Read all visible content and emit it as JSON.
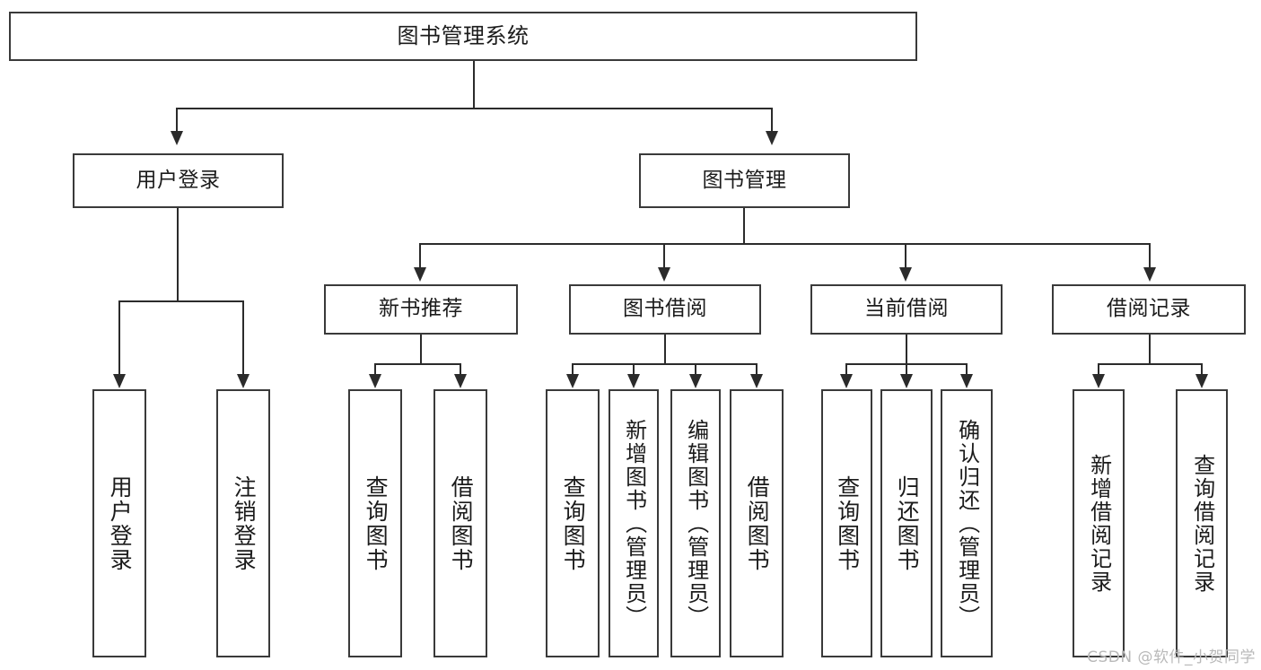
{
  "diagram": {
    "type": "tree",
    "title": "图书管理系统",
    "root": {
      "label": "图书管理系统"
    },
    "level1": [
      {
        "label": "用户登录"
      },
      {
        "label": "图书管理"
      }
    ],
    "level2": [
      {
        "label": "新书推荐"
      },
      {
        "label": "图书借阅"
      },
      {
        "label": "当前借阅"
      },
      {
        "label": "借阅记录"
      }
    ],
    "leaves": {
      "user_login": [
        {
          "label": "用户登录"
        },
        {
          "label": "注销登录"
        }
      ],
      "new_book_recommend": [
        {
          "label": "查询图书"
        },
        {
          "label": "借阅图书"
        }
      ],
      "book_borrow": [
        {
          "label": "查询图书"
        },
        {
          "label": "新增图书（管理员）"
        },
        {
          "label": "编辑图书（管理员）"
        },
        {
          "label": "借阅图书"
        }
      ],
      "current_borrow": [
        {
          "label": "查询图书"
        },
        {
          "label": "归还图书"
        },
        {
          "label": "确认归还（管理员）"
        }
      ],
      "borrow_record": [
        {
          "label": "新增借阅记录"
        },
        {
          "label": "查询借阅记录"
        }
      ]
    }
  },
  "watermark": {
    "text": "CSDN @软件_小贺同学"
  },
  "colors": {
    "border": "#3a3a3a",
    "line": "#2b2b2b",
    "text": "#1b1b1b",
    "background": "#ffffff",
    "watermark": "#b9b9b9"
  }
}
